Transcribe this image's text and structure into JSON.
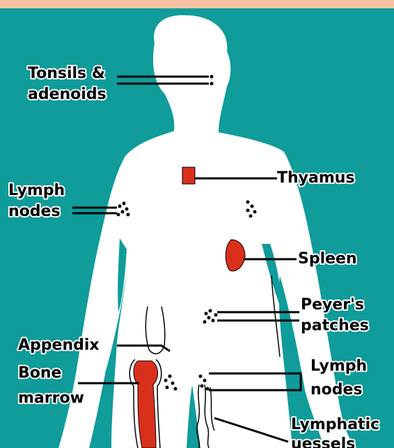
{
  "colors": {
    "top_strip": "#f6c2a3",
    "background": "#0f9c9a",
    "body": "#ffffff",
    "organ": "#d9301c",
    "outline": "#000000"
  },
  "labels": {
    "tonsils_line1": "Tonsils &",
    "tonsils_line2": "adenoids",
    "thymus": "Thyamus",
    "lymph_nodes_left_line1": "Lymph",
    "lymph_nodes_left_line2": "nodes",
    "spleen": "Spleen",
    "peyers_line1": "Peyer's",
    "peyers_line2": "patches",
    "appendix": "Appendix",
    "bone_marrow_line1": "Bone",
    "bone_marrow_line2": "marrow",
    "lymph_nodes_right_line1": "Lymph",
    "lymph_nodes_right_line2": "nodes",
    "lymphatic_line1": "Lymphatic",
    "lymphatic_line2": "uessels"
  }
}
